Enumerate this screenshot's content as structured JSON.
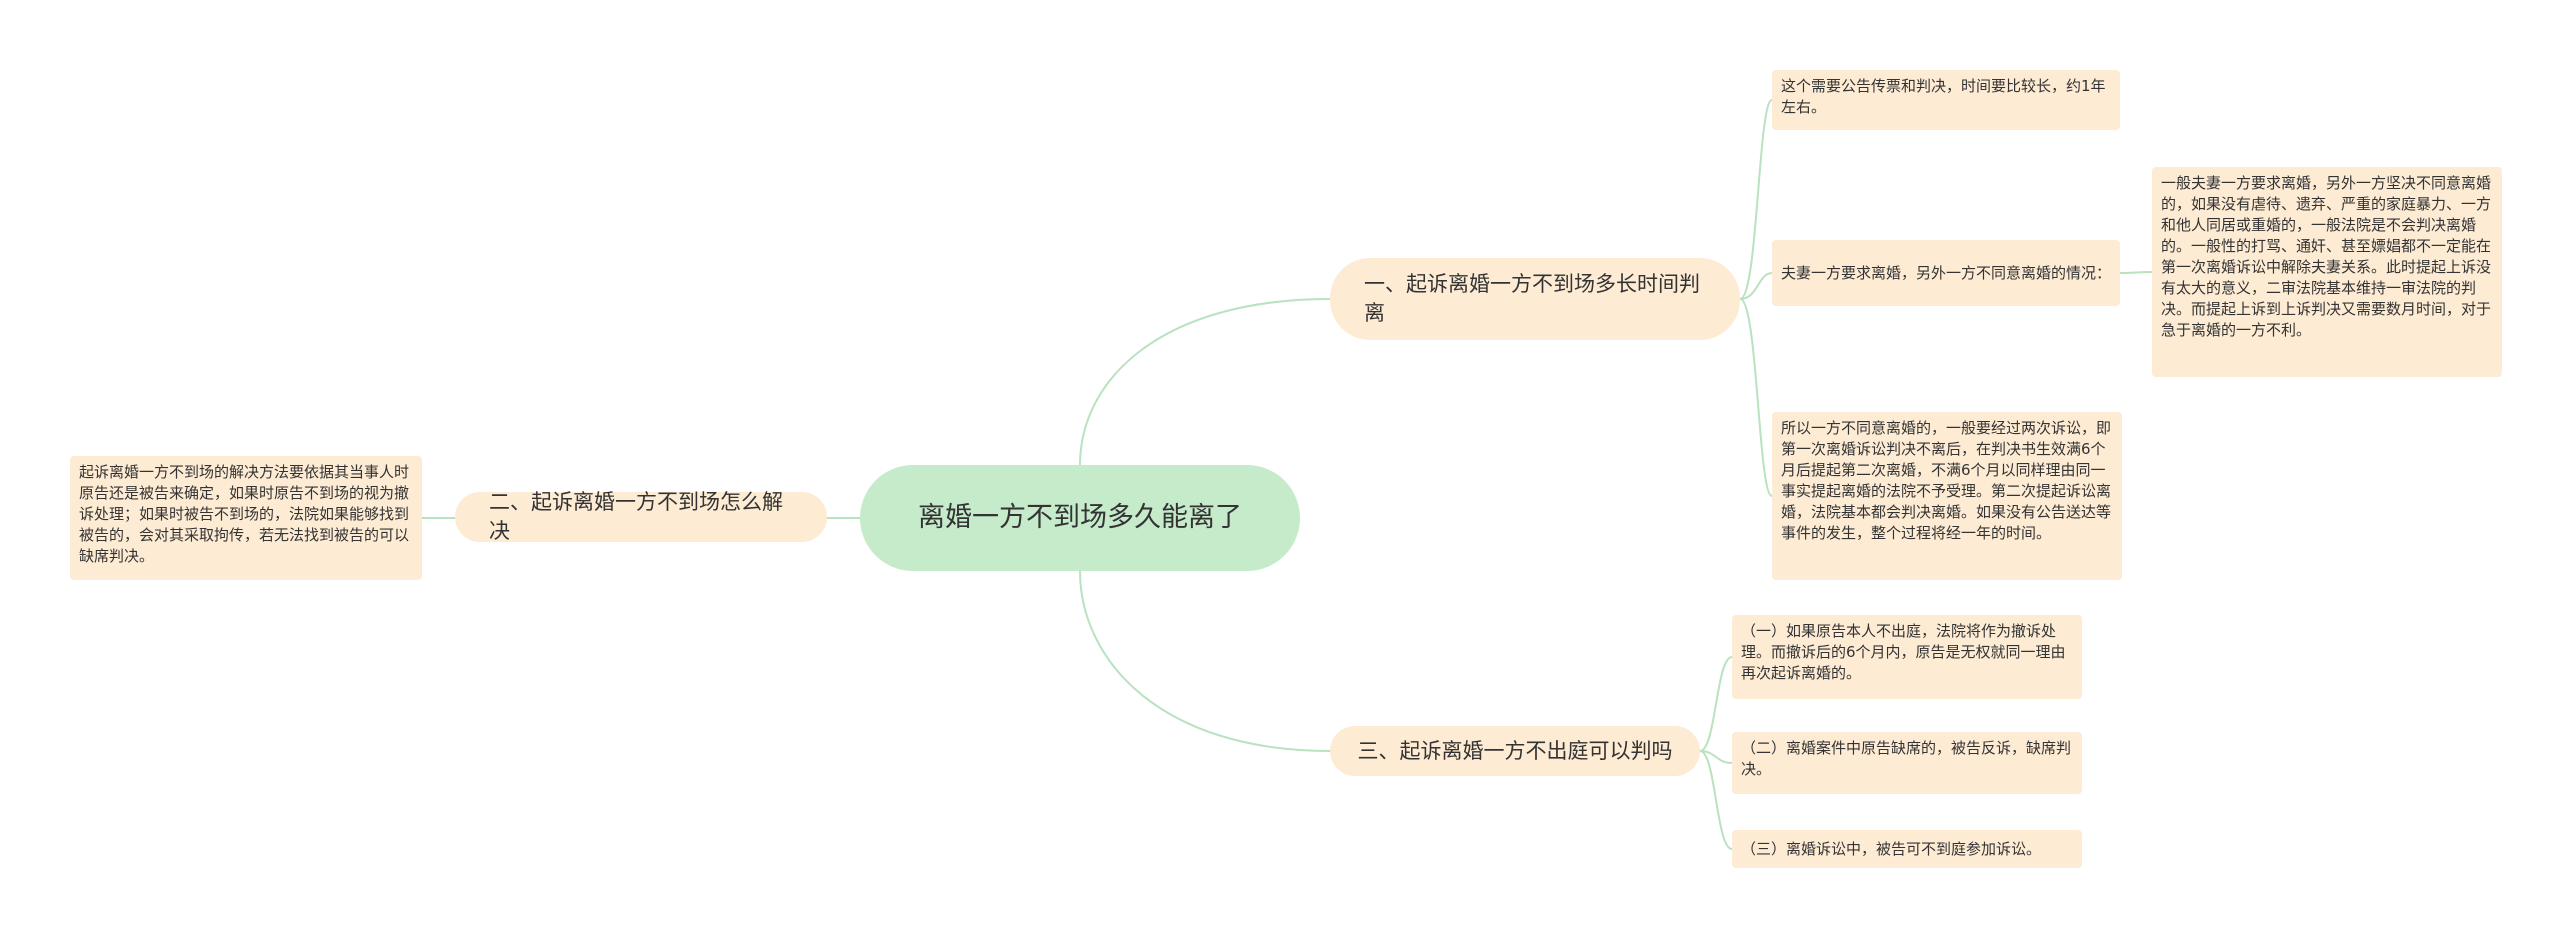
{
  "colors": {
    "root_fill": "#c6ebcb",
    "node_fill": "#fdebd4",
    "connector": "#b9e2bf",
    "text": "#333333"
  },
  "root": {
    "text": "离婚一方不到场多久能离了"
  },
  "branches": [
    {
      "text": "一、起诉离婚一方不到场多长时间判离"
    },
    {
      "text": "二、起诉离婚一方不到场怎么解决"
    },
    {
      "text": "三、起诉离婚一方不出庭可以判吗"
    }
  ],
  "leaves": [
    {
      "text": "这个需要公告传票和判决，时间要比较长，约1年左右。"
    },
    {
      "text": "夫妻一方要求离婚，另外一方不同意离婚的情况："
    },
    {
      "text": "一般夫妻一方要求离婚，另外一方坚决不同意离婚的，如果没有虐待、遗弃、严重的家庭暴力、一方和他人同居或重婚的，一般法院是不会判决离婚的。一般性的打骂、通奸、甚至嫖娼都不一定能在第一次离婚诉讼中解除夫妻关系。此时提起上诉没有太大的意义，二审法院基本维持一审法院的判决。而提起上诉到上诉判决又需要数月时间，对于急于离婚的一方不利。"
    },
    {
      "text": "所以一方不同意离婚的，一般要经过两次诉讼，即第一次离婚诉讼判决不离后，在判决书生效满6个月后提起第二次离婚，不满6个月以同样理由同一事实提起离婚的法院不予受理。第二次提起诉讼离婚，法院基本都会判决离婚。如果没有公告送达等事件的发生，整个过程将经一年的时间。"
    },
    {
      "text": "起诉离婚一方不到场的解决方法要依据其当事人时原告还是被告来确定，如果时原告不到场的视为撤诉处理；如果时被告不到场的，法院如果能够找到被告的，会对其采取拘传，若无法找到被告的可以缺席判决。"
    },
    {
      "text": "（一）如果原告本人不出庭，法院将作为撤诉处理。而撤诉后的6个月内，原告是无权就同一理由再次起诉离婚的。"
    },
    {
      "text": "（二）离婚案件中原告缺席的，被告反诉，缺席判决。"
    },
    {
      "text": "（三）离婚诉讼中，被告可不到庭参加诉讼。"
    }
  ]
}
